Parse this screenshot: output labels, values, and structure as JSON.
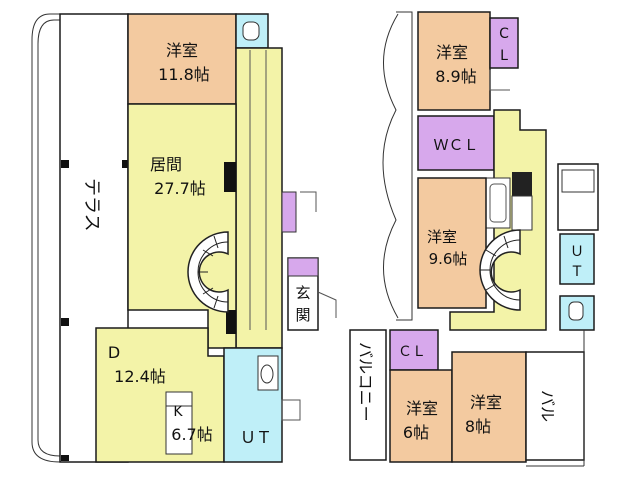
{
  "colors": {
    "western_room": "#f3caa0",
    "living": "#f3f3a8",
    "wet_area": "#bfeff8",
    "closet": "#d7a8ec",
    "wall": "#1a1a1a",
    "terrace": "#ffffff"
  },
  "left_floor": {
    "terrace": "テラス",
    "western_room": {
      "name": "洋室",
      "size": "11.8帖"
    },
    "living": {
      "name": "居間",
      "size": "27.7帖"
    },
    "entrance": {
      "line1": "玄",
      "line2": "関"
    },
    "dining": {
      "name": "D",
      "size": "12.4帖"
    },
    "kitchen": {
      "name": "K",
      "size": "6.7帖"
    },
    "utility": "ＵＴ"
  },
  "right_floor": {
    "room_a": {
      "name": "洋室",
      "size": "8.9帖"
    },
    "closet_a": {
      "line1": "C",
      "line2": "L"
    },
    "wic": "ＷＣＬ",
    "room_b": {
      "name": "洋室",
      "size": "9.6帖"
    },
    "utility": {
      "line1": "Ｕ",
      "line2": "Ｔ"
    },
    "balcony_left": "バルコニー",
    "closet_b": "ＣＬ",
    "room_c": {
      "name": "洋室",
      "size": "6帖"
    },
    "room_d": {
      "name": "洋室",
      "size": "8帖"
    },
    "balcony_right": "バル"
  }
}
